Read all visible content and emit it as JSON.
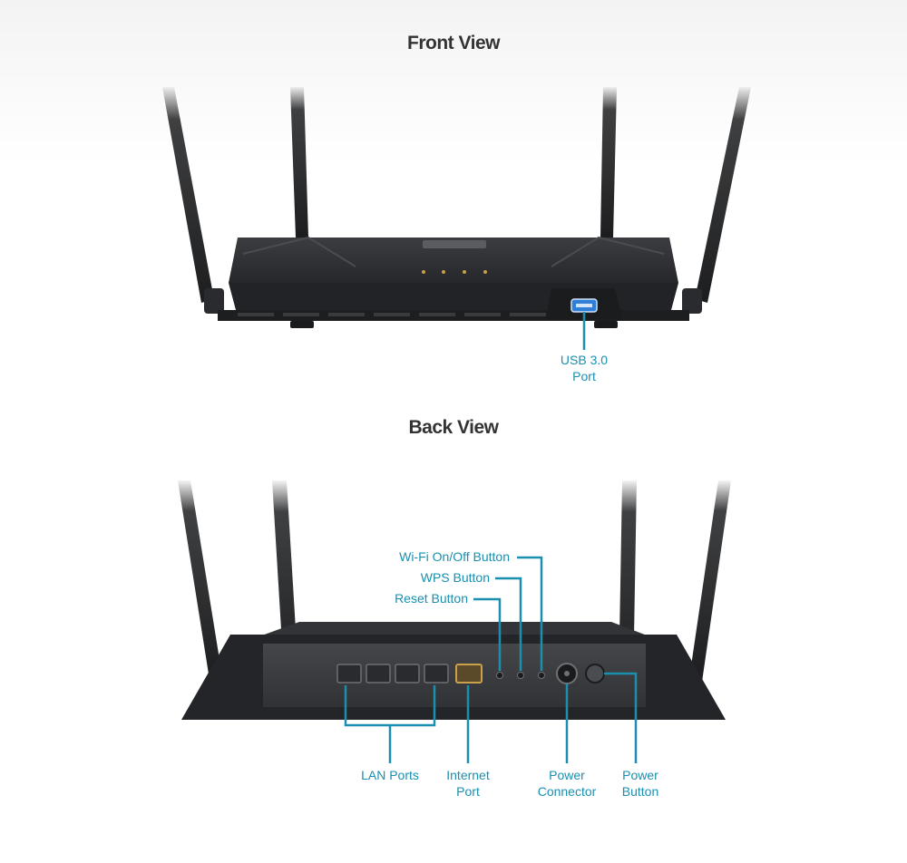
{
  "titles": {
    "front": "Front View",
    "back": "Back View"
  },
  "front_callouts": {
    "usb": {
      "line1": "USB 3.0",
      "line2": "Port"
    }
  },
  "back_callouts": {
    "wifi": "Wi-Fi On/Off Button",
    "wps": "WPS Button",
    "reset": "Reset Button",
    "lan": "LAN Ports",
    "internet": {
      "line1": "Internet",
      "line2": "Port"
    },
    "power_connector": {
      "line1": "Power",
      "line2": "Connector"
    },
    "power_button": {
      "line1": "Power",
      "line2": "Button"
    }
  },
  "colors": {
    "callout": "#1a8fb0",
    "router_body": "#2b2d30",
    "antenna": "#1e1f21",
    "led": "#c9a14a",
    "usb_port": "#2f7fd8",
    "internet_port": "#c9a14a"
  },
  "icons": [
    "router-front-illustration",
    "router-back-illustration"
  ]
}
